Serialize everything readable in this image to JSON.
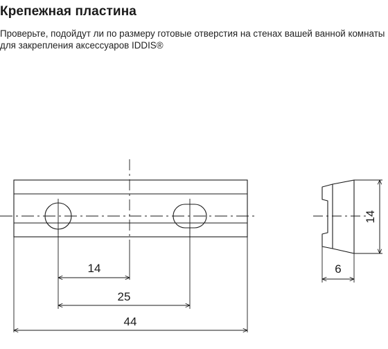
{
  "header": {
    "title": "Крепежная пластина",
    "description": "Проверьте, подойдут ли по размеру готовые отверстия на стенах вашей ванной комнаты для закрепления аксессуаров IDDIS®"
  },
  "drawing": {
    "line_color": "#1a1a1a",
    "dimensions": {
      "hole_spacing": "14",
      "slot_spacing": "25",
      "overall_length": "44",
      "profile_width": "6",
      "profile_height": "14"
    }
  }
}
